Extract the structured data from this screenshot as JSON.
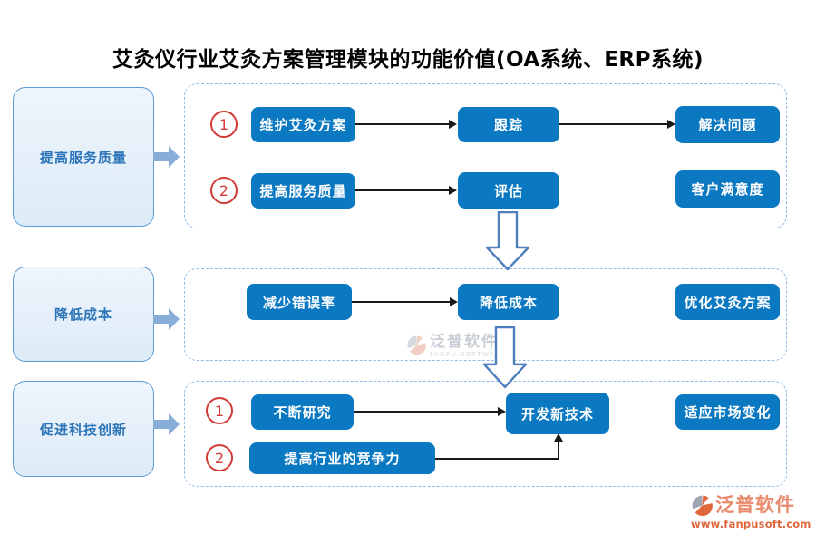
{
  "title": "艾灸仪行业艾灸方案管理模块的功能价值(OA系统、ERP系统)",
  "left_panel": {
    "items": [
      {
        "label": "提高服务质量"
      },
      {
        "label": "降低成本"
      },
      {
        "label": "促进科技创新"
      }
    ]
  },
  "section1": {
    "markers": [
      "1",
      "2"
    ],
    "maintain_plan": "维护艾灸方案",
    "track": "跟踪",
    "solve_problem": "解决问题",
    "improve_service": "提高服务质量",
    "evaluate": "评估",
    "customer_satisfaction": "客户满意度"
  },
  "section2": {
    "reduce_error_rate": "减少错误率",
    "reduce_cost": "降低成本",
    "optimize_plan": "优化艾灸方案"
  },
  "section3": {
    "markers": [
      "1",
      "2"
    ],
    "continuous_research": "不断研究",
    "develop_new_tech": "开发新技术",
    "adapt_market": "适应市场变化",
    "industry_competitiveness": "提高行业的竞争力"
  },
  "watermark": {
    "brand": "泛普软件",
    "brand_en": "FANPU SOFTWARE"
  },
  "footer": {
    "brand": "泛普软件",
    "website": "www.fanpusoft.com"
  },
  "colors": {
    "node_blue": "#0b78c2",
    "soft_box_fill": "#e9f2fb",
    "soft_box_border": "#5b9bd5",
    "soft_box_text": "#2c74b8",
    "dashed_border": "#8fb8e4",
    "marker_red": "#d23b36",
    "block_arrow_blue": "#87add8",
    "down_arrow_border": "#4f7fbd",
    "connector_black": "#1a1a1a",
    "brand_orange": "#e0663c"
  }
}
